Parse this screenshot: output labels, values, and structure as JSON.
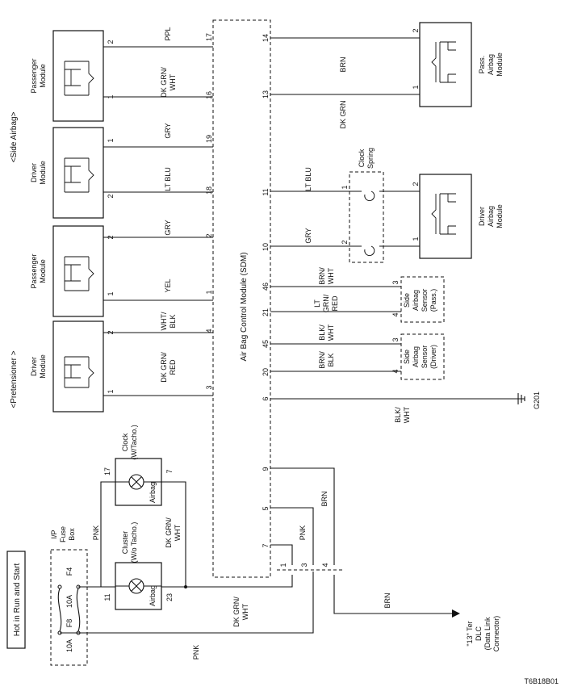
{
  "power": {
    "label": "Hot in Run and Start"
  },
  "fuse_box": {
    "title_lines": [
      "I/P",
      "Fuse",
      "Box"
    ],
    "fuses": [
      {
        "name": "F8",
        "rating": "10A"
      },
      {
        "name": "F4",
        "rating": "10A"
      }
    ]
  },
  "sdm": {
    "title": "Air Bag Control Module (SDM)"
  },
  "sections": {
    "pretensioner": "<Pretensioner >",
    "side_airbag": "<Side Airbag>"
  },
  "modules": {
    "pret_driver": {
      "lines": [
        "Driver",
        "Module"
      ],
      "pins": [
        "1",
        "2"
      ]
    },
    "pret_pass": {
      "lines": [
        "Passenger",
        "Module"
      ],
      "pins": [
        "1",
        "2"
      ]
    },
    "side_driver": {
      "lines": [
        "Driver",
        "Module"
      ],
      "pins": [
        "2",
        "1"
      ]
    },
    "side_pass": {
      "lines": [
        "Passenger",
        "Module"
      ],
      "pins": [
        "1",
        "2"
      ]
    },
    "pass_airbag": {
      "lines": [
        "Pass.",
        "Airbag",
        "Module"
      ],
      "pins": [
        "1",
        "2"
      ]
    },
    "driver_airbag": {
      "lines": [
        "Driver",
        "Airbag",
        "Module"
      ],
      "pins": [
        "1",
        "2"
      ]
    },
    "side_sensor_pass": {
      "lines": [
        "Side",
        "Airbag",
        "Sensor",
        "(Pass.)"
      ],
      "pins": [
        "3",
        "4"
      ]
    },
    "side_sensor_driver": {
      "lines": [
        "Side",
        "Airbag",
        "Sensor",
        "(Driver)"
      ],
      "pins": [
        "3",
        "4"
      ]
    },
    "clock_spring": {
      "lines": [
        "Clock",
        "Spring"
      ],
      "pins": [
        "1",
        "2"
      ]
    },
    "cluster": {
      "lines": [
        "Cluster",
        "(W/o Tacho.)"
      ],
      "airbag": "Airbag",
      "pins": [
        "11",
        "23"
      ]
    },
    "clock": {
      "lines": [
        "Clock",
        "(W/Tacho.)"
      ],
      "airbag": "Airbag",
      "pins": [
        "17",
        "7"
      ]
    }
  },
  "wires": {
    "pret_driver_1": {
      "color": "DK GRN/ RED",
      "pin": "3"
    },
    "pret_driver_2": {
      "color": "WHT/ BLK",
      "pin": "4"
    },
    "pret_pass_1": {
      "color": "YEL",
      "pin": "1"
    },
    "pret_pass_2": {
      "color": "GRY",
      "pin": "2"
    },
    "side_drv_2": {
      "color": "LT BLU",
      "pin": "18"
    },
    "side_drv_1": {
      "color": "GRY",
      "pin": "19"
    },
    "side_pass_1": {
      "color": "DK GRN/ WHT",
      "pin": "16"
    },
    "side_pass_2": {
      "color": "PPL",
      "pin": "17"
    },
    "pass_airbag_2": {
      "color": "BRN",
      "pin": "14"
    },
    "pass_airbag_1": {
      "color": "DK GRN",
      "pin": "13"
    },
    "drv_airbag_lt": {
      "color": "LT BLU",
      "pin": "11"
    },
    "drv_airbag_gry": {
      "color": "GRY",
      "pin": "10"
    },
    "sens_pass_3": {
      "color": "BRN/ WHT",
      "pin": "46"
    },
    "sens_pass_4": {
      "color": "LT GRN/ RED",
      "pin": "21"
    },
    "sens_drv_3": {
      "color": "BLK/ WHT",
      "pin": "45"
    },
    "sens_drv_4": {
      "color": "BRN/ BLK",
      "pin": "20"
    },
    "ground": {
      "color": "BLK/ WHT",
      "pin": "6",
      "name": "G201"
    },
    "pin9": {
      "pin": "9"
    },
    "pin5": {
      "pin": "5"
    },
    "pin7": {
      "pin": "7"
    },
    "brn_upper": {
      "color": "BRN"
    },
    "pnk_mid": {
      "color": "PNK"
    },
    "pnk_top": {
      "color": "PNK"
    },
    "pnk_bottom": {
      "color": "PNK"
    },
    "dkgrn_clock": {
      "color": "DK GRN/ WHT"
    },
    "dkgrn_cluster": {
      "color": "DK GRN/ WHT"
    },
    "brn_dlc": {
      "color": "BRN"
    }
  },
  "junction_pins": [
    "1",
    "3",
    "4"
  ],
  "dlc": {
    "lines": [
      "\"13\" Ter",
      "DLC",
      "(Data Link",
      "Connector)"
    ]
  },
  "footer": {
    "code": "T6B18B01"
  }
}
